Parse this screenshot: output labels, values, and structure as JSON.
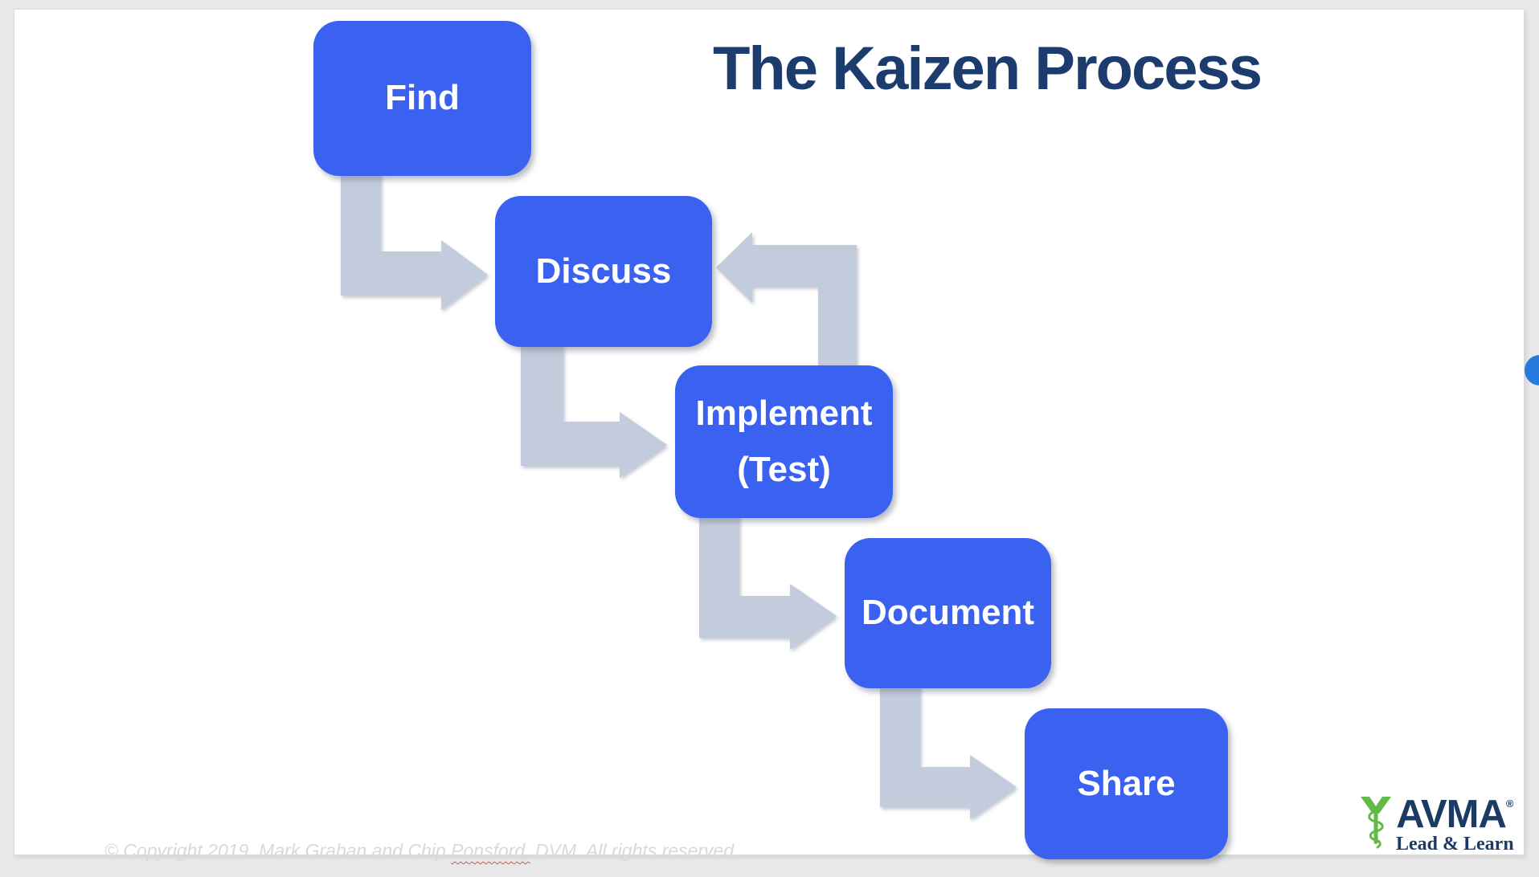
{
  "title": {
    "text": "The Kaizen Process"
  },
  "process": {
    "steps": [
      {
        "label": "Find"
      },
      {
        "label": "Discuss"
      },
      {
        "label": "Implement",
        "label2": "(Test)"
      },
      {
        "label": "Document"
      },
      {
        "label": "Share"
      }
    ]
  },
  "footer": {
    "copyright_prefix": "© Copyright 2019. Mark Graban and Chip ",
    "copyright_flagged_word": "Ponsford,",
    "copyright_suffix": " DVM. All rights reserved."
  },
  "logo": {
    "org": "AVMA",
    "registered": "®",
    "tagline": "Lead & Learn"
  },
  "colors": {
    "slide_bg": "#ffffff",
    "frame_bg": "#e9e9e9",
    "title": "#1c3c6e",
    "box_blue": "#3b61f0",
    "arrow_gray": "#c3ccdc",
    "copyright_gray": "#d9d9d9",
    "squiggle_red": "#e05050",
    "logo_green": "#62bb46",
    "logo_navy": "#1b3a64",
    "scroll_dot_blue": "#2879dd"
  }
}
